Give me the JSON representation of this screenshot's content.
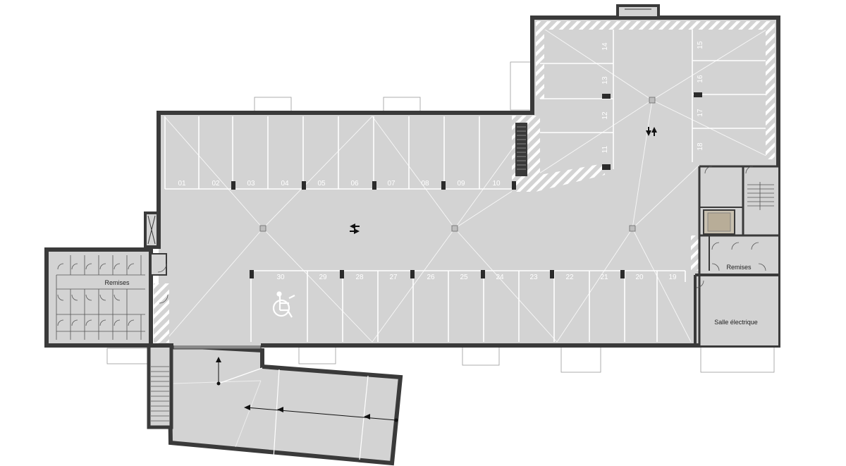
{
  "colors": {
    "floor": "#d3d3d3",
    "wall": "#3a3a3a",
    "line": "#ffffff",
    "hatch": "#ffffff",
    "pillar": "#2b2b2b"
  },
  "rooms": {
    "remises_left": "Remises",
    "remises_right": "Remises",
    "salle_electrique": "Salle électrique"
  },
  "icons": {
    "accessible": "wheelchair-icon",
    "two_way": "two-way-arrows-icon"
  },
  "spaces": {
    "top_row": [
      "01",
      "02",
      "03",
      "04",
      "05",
      "06",
      "07",
      "08",
      "09",
      "10"
    ],
    "bottom_row": [
      "30",
      "29",
      "28",
      "27",
      "26",
      "25",
      "24",
      "23",
      "22",
      "21",
      "20",
      "19"
    ],
    "annex_left": [
      "11",
      "12",
      "13",
      "14"
    ],
    "annex_right": [
      "15",
      "16",
      "17",
      "18"
    ]
  }
}
